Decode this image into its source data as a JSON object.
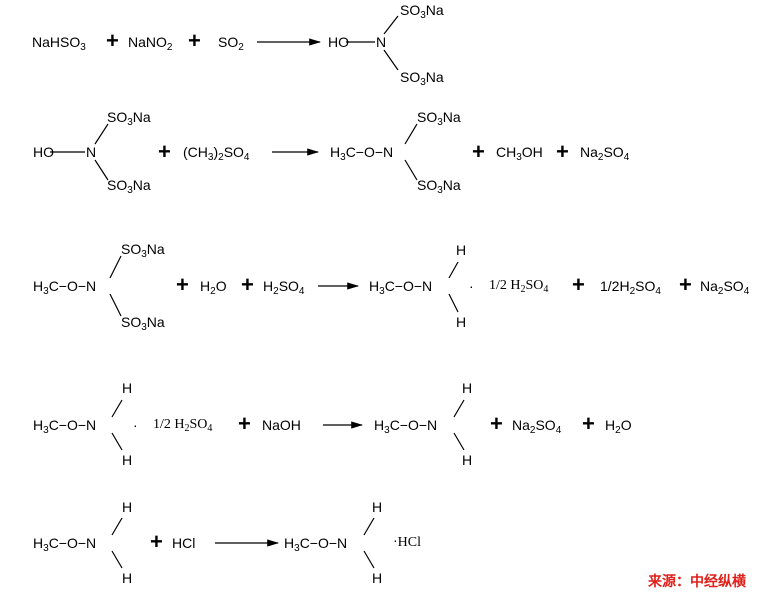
{
  "reactions": [
    {
      "reactants": [
        "NaHSO3",
        "NaNO2",
        "SO2"
      ],
      "product_main": "HO",
      "product_center": "N",
      "product_sub_top": "SO3Na",
      "product_sub_bottom": "SO3Na"
    },
    {
      "reactant_main": "HO",
      "reactant_center": "N",
      "reactant_sub_top": "SO3Na",
      "reactant_sub_bottom": "SO3Na",
      "reagent": "(CH3)2SO4",
      "product_main": "H3C−O−N",
      "product_sub_top": "SO3Na",
      "product_sub_bottom": "SO3Na",
      "byproducts": [
        "CH3OH",
        "Na2SO4"
      ]
    },
    {
      "reactant_main": "H3C−O−N",
      "reactant_sub_top": "SO3Na",
      "reactant_sub_bottom": "SO3Na",
      "reagents": [
        "H2O",
        "H2SO4"
      ],
      "product_main": "H3C−O−N",
      "product_h_top": "H",
      "product_h_bottom": "H",
      "salt_dot": "·",
      "salt": "1/2 H2SO4",
      "byproducts": [
        "1/2H2SO4",
        "Na2SO4"
      ]
    },
    {
      "reactant_main": "H3C−O−N",
      "reactant_h_top": "H",
      "reactant_h_bottom": "H",
      "salt_dot": "·",
      "salt": "1/2 H2SO4",
      "reagent": "NaOH",
      "product_main": "H3C−O−N",
      "product_h_top": "H",
      "product_h_bottom": "H",
      "byproducts": [
        "Na2SO4",
        "H2O"
      ]
    },
    {
      "reactant_main": "H3C−O−N",
      "reactant_h_top": "H",
      "reactant_h_bottom": "H",
      "reagent": "HCl",
      "product_main": "H3C−O−N",
      "product_h_top": "H",
      "product_h_bottom": "H",
      "salt": "·HCl"
    }
  ],
  "plus_sign": "+",
  "source_label": "来源：中经纵横",
  "colors": {
    "source": "#e0201a",
    "ink": "#000000"
  }
}
